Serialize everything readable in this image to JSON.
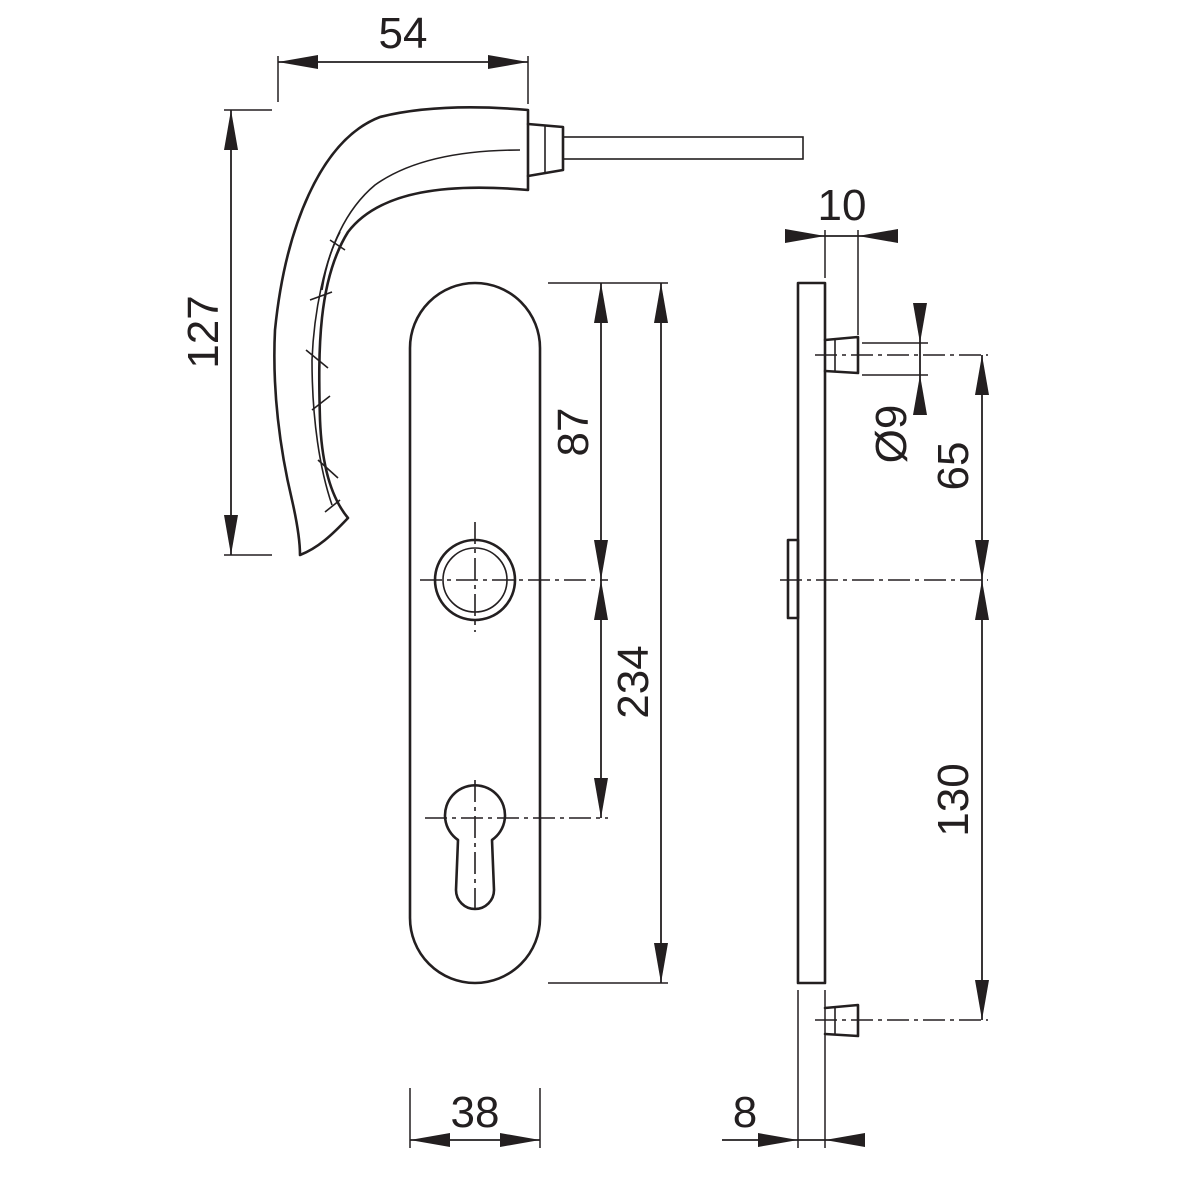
{
  "colors": {
    "line": "#231f20",
    "background": "#ffffff"
  },
  "dimensions": {
    "handle_width": "54",
    "handle_height": "127",
    "plate_width": "38",
    "plate_length": "234",
    "handle_to_top": "87",
    "side_projection": "10",
    "pin_diameter": "Ø9",
    "pin_to_spindle": "65",
    "spindle_to_lower_pin": "130",
    "plate_thickness": "8"
  }
}
